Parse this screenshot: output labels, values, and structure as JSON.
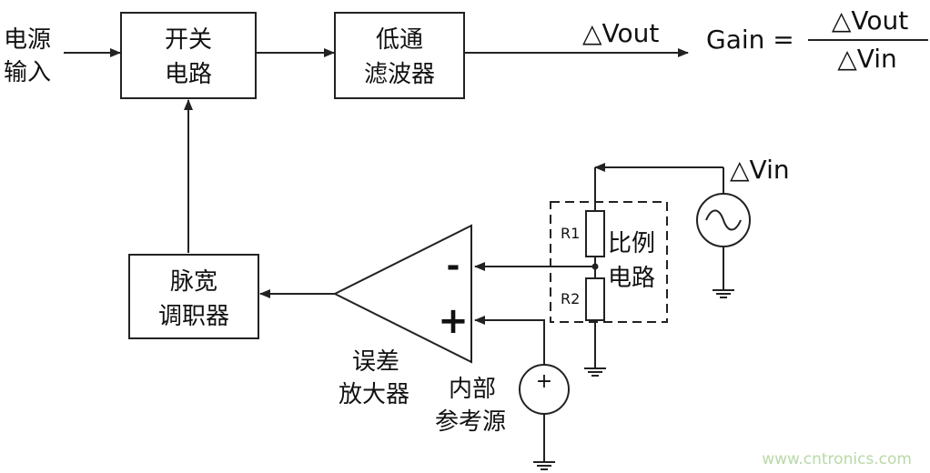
{
  "input": {
    "line1": "电源",
    "line2": "输入"
  },
  "blocks": {
    "switch": {
      "line1": "开关",
      "line2": "电路"
    },
    "lowpass": {
      "line1": "低通",
      "line2": "滤波器"
    },
    "pwm": {
      "line1": "脉宽",
      "line2": "调职器"
    }
  },
  "output_label": "△Vout",
  "gain": {
    "prefix": "Gain =",
    "numerator": "△Vout",
    "denominator": "△Vin"
  },
  "vin_label": "△Vin",
  "resistors": {
    "r1": "R1",
    "r2": "R2"
  },
  "divider": {
    "line1": "比例",
    "line2": "电路"
  },
  "amp": {
    "line1": "误差",
    "line2": "放大器",
    "minus": "-",
    "plus": "+"
  },
  "ref": {
    "line1": "内部",
    "line2": "参考源",
    "plus": "+"
  },
  "watermark": "www.cntronics.com"
}
